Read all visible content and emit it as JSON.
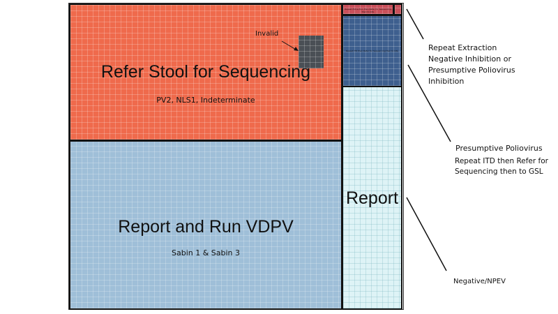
{
  "blocks": {
    "refer_stool": {
      "title": "Refer Stool for Sequencing",
      "subtitle": "PV2, NLS1, Indeterminate",
      "color": "#ef6a4c"
    },
    "invalid": {
      "label": "Invalid",
      "color": "#4a4f55"
    },
    "report_vdpv": {
      "title": "Report and Run VDPV",
      "subtitle": "Sabin 1 & Sabin 3",
      "color": "#9fbfd8"
    },
    "repeat_extraction": {
      "inner": "Repeat Extraction then Refer for Sequencing then to GSL",
      "color": "#c9505a"
    },
    "presumptive": {
      "inner": "Repeat ITD then Refer for Sequencing then to GSL",
      "color": "#3e5f8e"
    },
    "report": {
      "title": "Report",
      "color": "#def3f6"
    }
  },
  "annotations": {
    "repeat_extraction": [
      "Repeat Extraction",
      "Negative Inhibition or",
      "Presumptive Poliovirus",
      "Inhibition"
    ],
    "presumptive_title": "Presumptive Poliovirus",
    "presumptive_action": [
      "Repeat ITD then Refer for",
      "Sequencing then to GSL"
    ],
    "negative": "Negative/NPEV"
  }
}
